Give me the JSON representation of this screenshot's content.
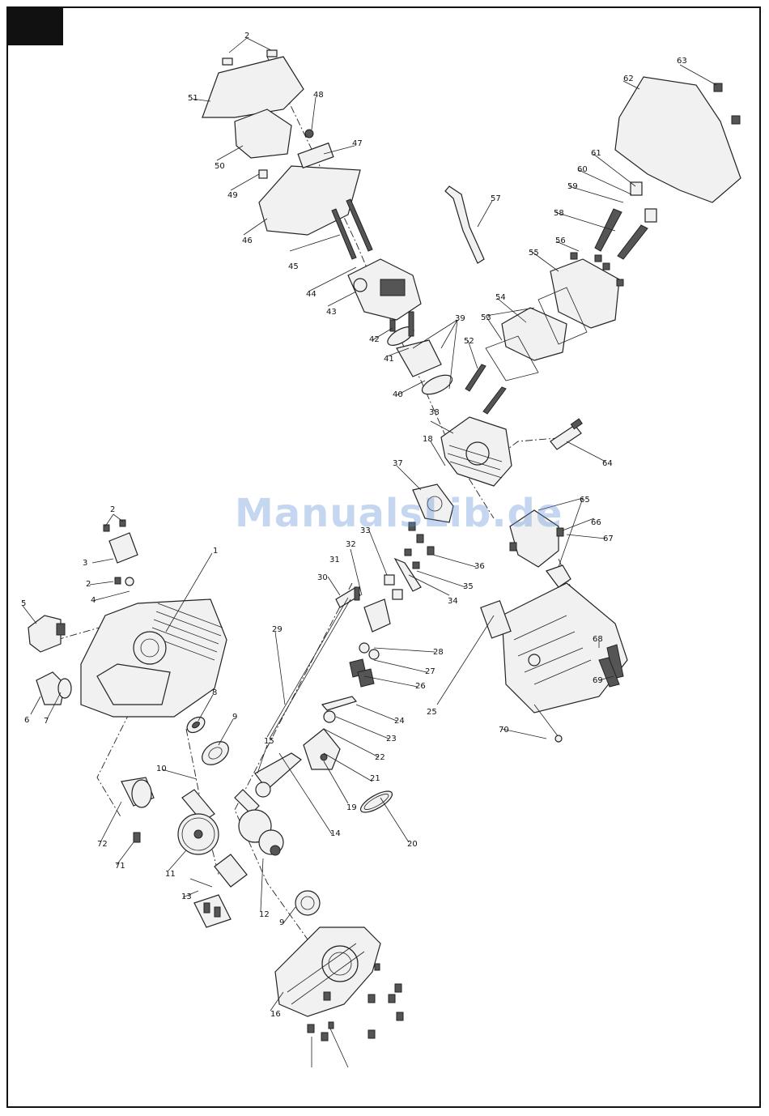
{
  "watermark": "ManualsLib.de",
  "part_numbers": [
    "1",
    "2",
    "3",
    "4",
    "5",
    "6",
    "7",
    "8",
    "9",
    "10",
    "11",
    "12",
    "13",
    "14",
    "15",
    "16",
    "18",
    "19",
    "20",
    "21",
    "22",
    "23",
    "24",
    "25",
    "26",
    "27",
    "28",
    "29",
    "30",
    "31",
    "32",
    "33",
    "34",
    "35",
    "36",
    "37",
    "38",
    "39",
    "40",
    "41",
    "42",
    "43",
    "44",
    "45",
    "46",
    "47",
    "48",
    "49",
    "50",
    "51",
    "52",
    "53",
    "54",
    "55",
    "56",
    "57",
    "58",
    "59",
    "60",
    "61",
    "62",
    "63",
    "64",
    "65",
    "66",
    "67",
    "68",
    "69",
    "70",
    "71",
    "72"
  ]
}
